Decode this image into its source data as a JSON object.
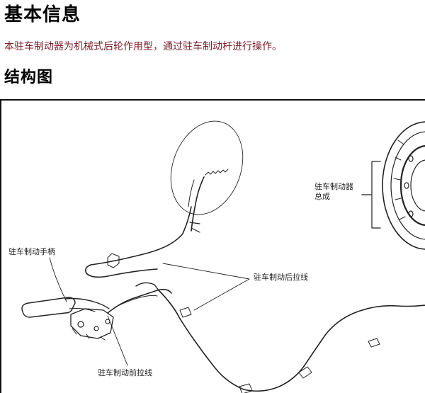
{
  "page": {
    "title": "基本信息",
    "description": "本驻车制动器为机械式后轮作用型，通过驻车制动杆进行操作。",
    "section_title": "结构图"
  },
  "figure": {
    "callouts": {
      "brake_assembly_line1": "驻车制动器",
      "brake_assembly_line2": "总成",
      "handle": "驻车制动手柄",
      "rear_cable": "驻车制动后拉线",
      "front_cable": "驻车制动前拉线"
    }
  }
}
